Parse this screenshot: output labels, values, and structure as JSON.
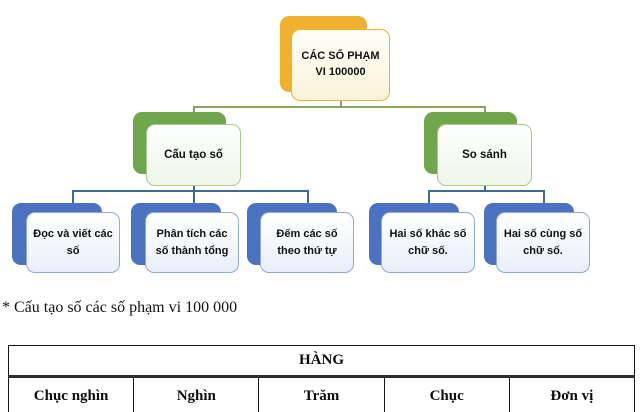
{
  "diagram": {
    "root": {
      "label": "CÁC SỐ PHẠM VI 100000"
    },
    "branches": [
      {
        "label": "Cấu tạo số",
        "children": [
          "Đọc và viết các số",
          "Phân tích các số thành tổng",
          "Đếm các số theo thứ tự"
        ]
      },
      {
        "label": "So sánh",
        "children": [
          "Hai số khác số chữ số.",
          "Hai số cùng số chữ số."
        ]
      }
    ],
    "colors": {
      "root_shadow": "#f0b12f",
      "root_border": "#e7b431",
      "branch_shadow": "#71a74c",
      "branch_border": "#a9c98e",
      "leaf_shadow": "#4a72c0",
      "leaf_border": "#8ea9d8",
      "connector_top": "#8aa35f",
      "connector_bottom": "#3f6a96"
    }
  },
  "caption": "* Cấu tạo số các số phạm vi 100 000",
  "table": {
    "title": "HÀNG",
    "columns": [
      "Chục nghìn",
      "Nghìn",
      "Trăm",
      "Chục",
      "Đơn vị"
    ]
  }
}
